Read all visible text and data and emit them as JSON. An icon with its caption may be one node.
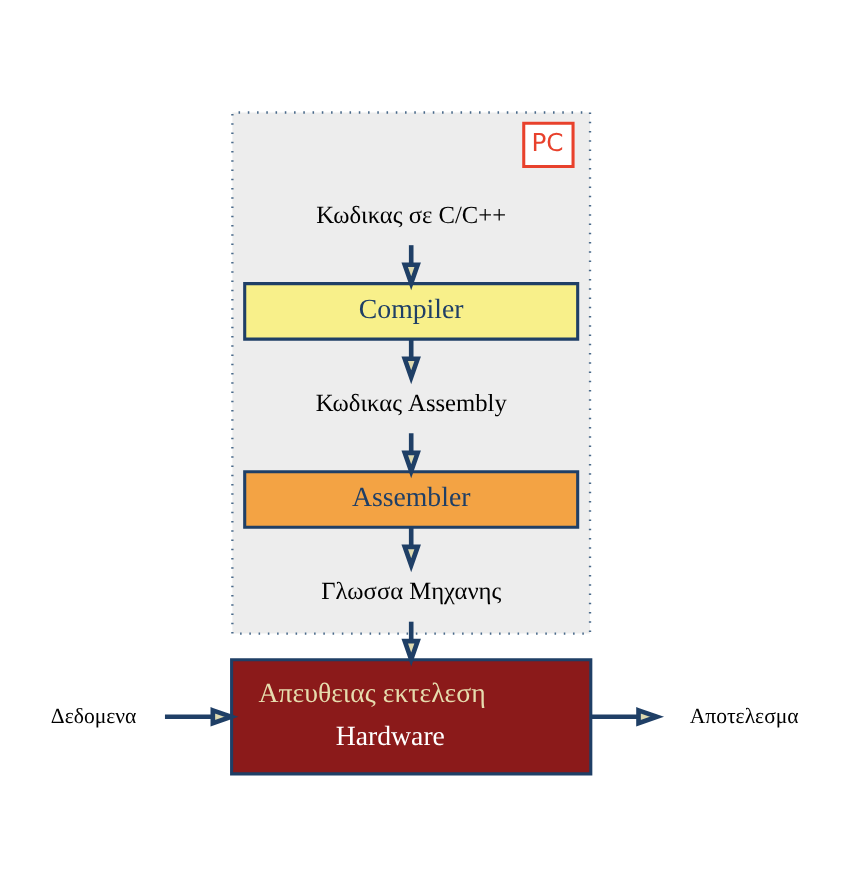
{
  "diagram": {
    "nodes": [
      {
        "text": [
          "PC"
        ]
      },
      {
        "text": [
          "Κωδικας σε C/C++"
        ],
        "in": 0
      },
      {
        "text": [
          "Compiler"
        ],
        "in": 0
      },
      {
        "text": [
          "Κωδικας Assembly"
        ],
        "in": 0
      },
      {
        "text": [
          "Assembler"
        ],
        "in": 0
      },
      {
        "text": [
          "Γλωσσα Μηχανης"
        ],
        "in": 0
      },
      {
        "text": [
          "Απευθειας εκτελεση",
          "Hardware"
        ]
      },
      {
        "text": [
          "Δεδομενα"
        ]
      },
      {
        "text": [
          "Αποτελεσμα"
        ]
      }
    ],
    "edges": [
      {
        "from": 1,
        "to": 2,
        "arrow": "to"
      },
      {
        "from": 2,
        "to": 3,
        "arrow": "to"
      },
      {
        "from": 3,
        "to": 4,
        "arrow": "to"
      },
      {
        "from": 4,
        "to": 5,
        "arrow": "to"
      },
      {
        "from": 5,
        "to": 6,
        "arrow": "to"
      },
      {
        "from": 7,
        "to": 6,
        "arrow": "to"
      },
      {
        "from": 6,
        "to": 8,
        "arrow": "to"
      }
    ]
  }
}
